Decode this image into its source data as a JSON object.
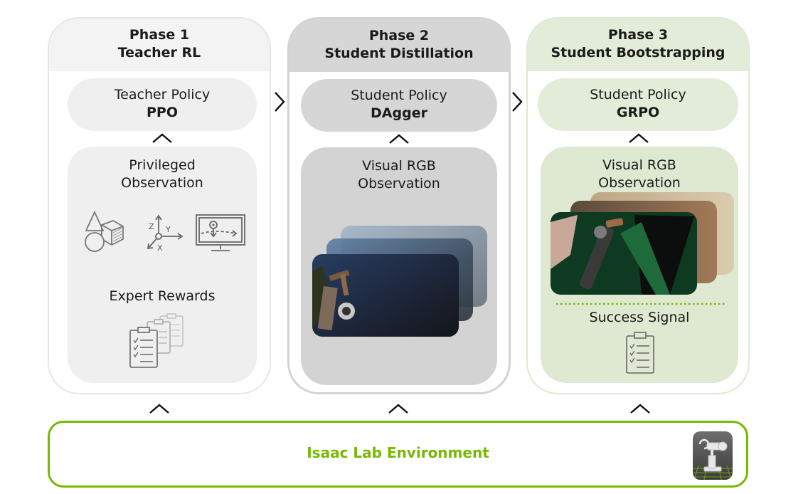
{
  "phases": [
    {
      "title_line1": "Phase 1",
      "title_line2": "Teacher RL",
      "policy_line1": "Teacher Policy",
      "policy_line2": "PPO",
      "obs_line1": "Privileged",
      "obs_line2": "Observation",
      "signal": "Expert Rewards",
      "icons": [
        "shapes-icon",
        "axes-icon",
        "monitor-trajectory-icon",
        "clipboards-icon"
      ]
    },
    {
      "title_line1": "Phase 2",
      "title_line2": "Student Distillation",
      "policy_line1": "Student Policy",
      "policy_line2": "DAgger",
      "obs_line1": "Visual RGB",
      "obs_line2": "Observation",
      "icons": [
        "rgb-frames-stack"
      ]
    },
    {
      "title_line1": "Phase 3",
      "title_line2": "Student Bootstrapping",
      "policy_line1": "Student Policy",
      "policy_line2": "GRPO",
      "obs_line1": "Visual RGB",
      "obs_line2": "Observation",
      "signal": "Success Signal",
      "icons": [
        "rgb-frames-stack",
        "clipboard-icon"
      ]
    }
  ],
  "axes_labels": {
    "z": "Z",
    "y": "Y",
    "x": "X"
  },
  "environment": {
    "label": "Isaac Lab Environment",
    "icon": "robot-arm-icon"
  },
  "colors": {
    "accent": "#76b900",
    "phase1": "#efefef",
    "phase2": "#d6d6d6",
    "phase3": "#e3ecd8"
  }
}
